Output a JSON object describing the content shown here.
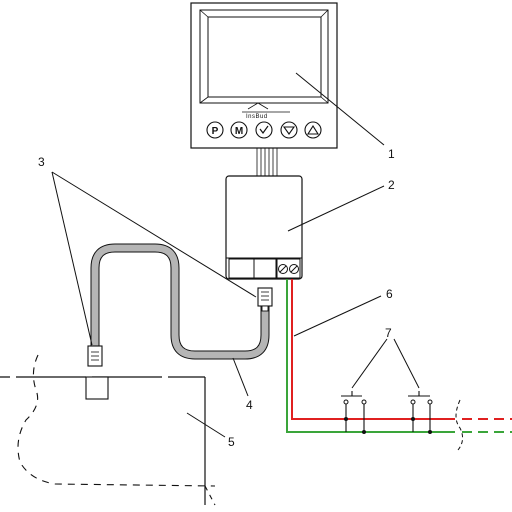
{
  "controller": {
    "logo_text": "InsBud",
    "buttons": [
      {
        "name": "p-button",
        "glyph": "P"
      },
      {
        "name": "m-button",
        "glyph": "M"
      },
      {
        "name": "confirm-button",
        "icon": "check-icon"
      },
      {
        "name": "down-button",
        "icon": "triangle-down-icon"
      },
      {
        "name": "up-button",
        "icon": "triangle-up-icon"
      }
    ]
  },
  "callouts": [
    "1",
    "2",
    "3",
    "4",
    "5",
    "6",
    "7"
  ],
  "colors": {
    "line": "#111111",
    "phase_wire": "#e02020",
    "neutral_wire": "#3aa53a",
    "cable_fill": "#b5b5b5"
  }
}
